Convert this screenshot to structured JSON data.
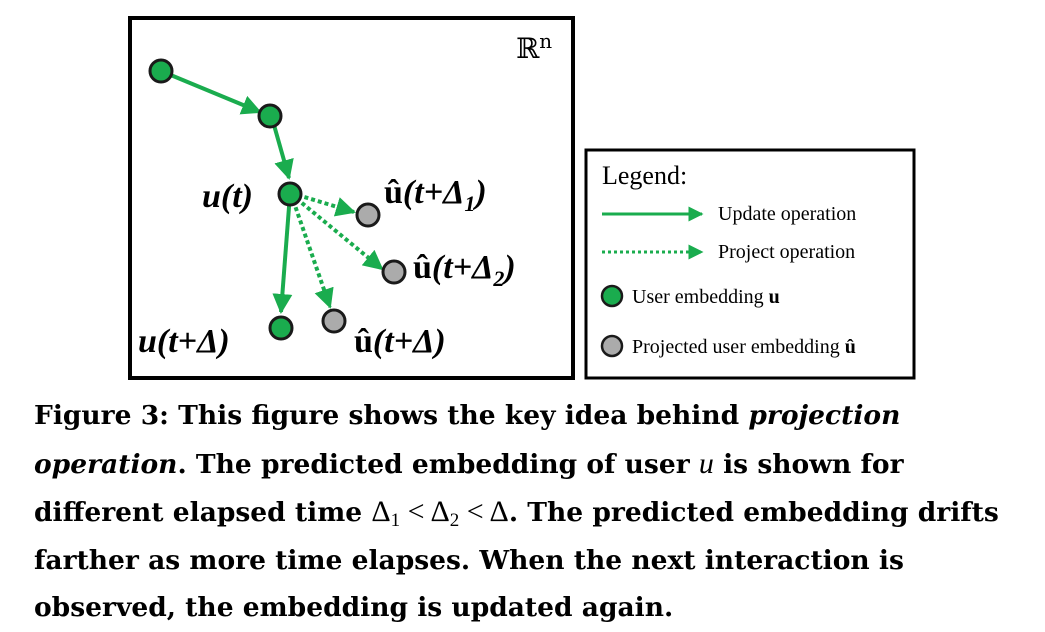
{
  "space_label": "ℝ",
  "space_exponent": "n",
  "nodes": {
    "u_t": {
      "base": "u(t)"
    },
    "u_t_delta": {
      "base": "u(t+",
      "delta": "Δ",
      "close": ")"
    },
    "u_hat_d1": {
      "hat": "û",
      "base": "(t+",
      "delta": "Δ",
      "sub": "1",
      "close": ")"
    },
    "u_hat_d2": {
      "hat": "û",
      "base": "(t+",
      "delta": "Δ",
      "sub": "2",
      "close": ")"
    },
    "u_hat_d": {
      "hat": "û",
      "base": "(t+",
      "delta": "Δ",
      "close": ")"
    }
  },
  "legend": {
    "title": "Legend:",
    "update_label": "Update operation",
    "project_label": "Project operation",
    "user_label": "User embedding",
    "user_symbol": "u",
    "projected_label": "Projected user embedding",
    "projected_symbol": "û"
  },
  "colors": {
    "green": "#1aac4e",
    "gray": "#ababab",
    "stroke": "#1a1a1a"
  },
  "caption": {
    "prefix": "Figure 3: This figure shows the key idea behind ",
    "emph": "projection operation",
    "mid1": ". The predicted embedding of user ",
    "user_var": "u",
    "mid2": " is shown for different elapsed time ",
    "delta": "Δ",
    "sub1": "1",
    "sub2": "2",
    "lt": "<",
    "suffix": ". The predicted embedding drifts farther as more time elapses. When the next interaction is observed, the embedding is updated again."
  }
}
